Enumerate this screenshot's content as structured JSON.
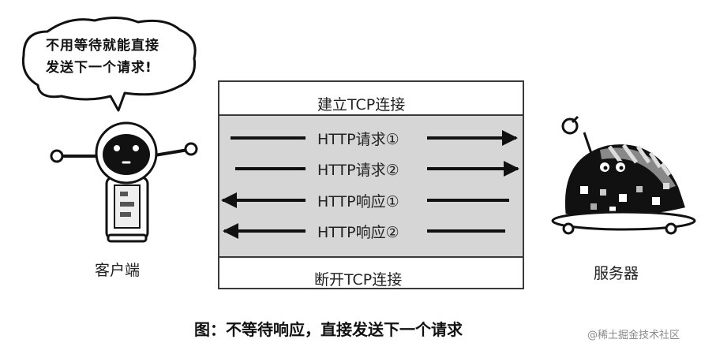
{
  "speech_bubble": {
    "line1": "不用等待就能直接",
    "line2": "发送下一个请求!"
  },
  "client_label": "客户端",
  "server_label": "服务器",
  "connection": {
    "open_label": "建立TCP连接",
    "close_label": "断开TCP连接"
  },
  "messages": [
    {
      "label": "HTTP请求①",
      "direction": "client-to-server"
    },
    {
      "label": "HTTP请求②",
      "direction": "client-to-server"
    },
    {
      "label": "HTTP响应①",
      "direction": "server-to-client"
    },
    {
      "label": "HTTP响应②",
      "direction": "server-to-client"
    }
  ],
  "caption": "图：不等待响应，直接发送下一个请求",
  "watermark": "@稀土掘金技术社区",
  "colors": {
    "box_fill": "#d6d6d6",
    "box_border": "#3a3a3a",
    "arrow": "#111111"
  }
}
